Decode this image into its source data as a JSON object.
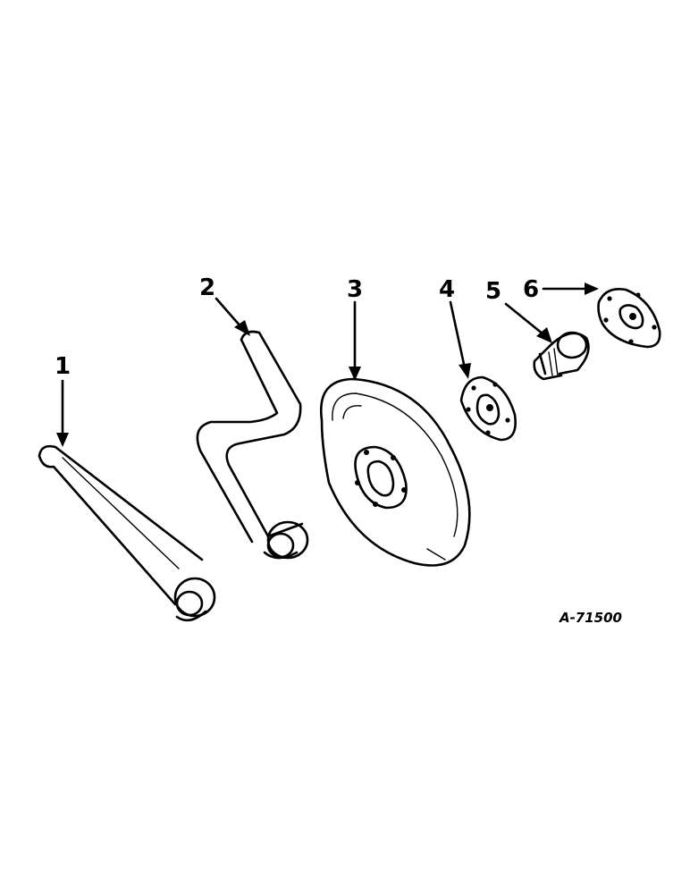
{
  "figure_id": "A-71500",
  "parts": [
    {
      "number": "1",
      "part": "straight-arm"
    },
    {
      "number": "2",
      "part": "offset-arm"
    },
    {
      "number": "3",
      "part": "disk-blade"
    },
    {
      "number": "4",
      "part": "hub"
    },
    {
      "number": "5",
      "part": "spindle"
    },
    {
      "number": "6",
      "part": "flange-plate"
    }
  ],
  "colors": {
    "ink": "#000000",
    "paper": "#ffffff"
  }
}
